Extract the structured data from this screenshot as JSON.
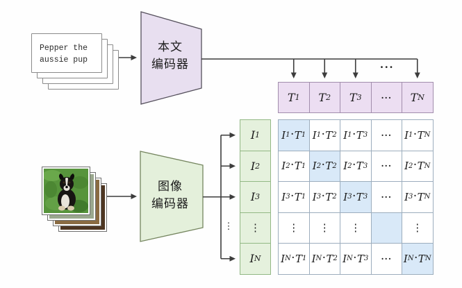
{
  "colors": {
    "line": "#3c3c3c",
    "text_encoder_fill": "#e8dff0",
    "text_encoder_border": "#55505c",
    "image_encoder_fill": "#e4f0db",
    "image_encoder_border": "#74855e",
    "t_cell_fill": "#ecdef2",
    "t_cell_border": "#a18dac",
    "i_cell_fill": "#e5f1dd",
    "i_cell_border": "#92b884",
    "matrix_grid_border": "#9cadbd",
    "diagonal_highlight_fill": "#d9e9f8",
    "text": "#1b1b1b"
  },
  "text_stack": {
    "line1": "Pepper the",
    "line2": "aussie pup"
  },
  "text_encoder": {
    "line1": "本文",
    "line2": "编码器"
  },
  "image_encoder": {
    "line1": "图像",
    "line2": "编码器"
  },
  "top_dots": "···",
  "left_dots": "⋮",
  "t_row": {
    "cells": [
      {
        "base": "T",
        "sub": "1"
      },
      {
        "base": "T",
        "sub": "2"
      },
      {
        "base": "T",
        "sub": "3"
      },
      {
        "base": "···",
        "sub": ""
      },
      {
        "base": "T",
        "sub": "N"
      }
    ]
  },
  "i_column": {
    "cells": [
      {
        "base": "I",
        "sub": "1"
      },
      {
        "base": "I",
        "sub": "2"
      },
      {
        "base": "I",
        "sub": "3"
      },
      {
        "base": "⋮",
        "sub": ""
      },
      {
        "base": "I",
        "sub": "N"
      }
    ]
  },
  "matrix": {
    "rows": [
      {
        "cells": [
          {
            "type": "product",
            "i": "I",
            "isub": "1",
            "dot": "·",
            "t": "T",
            "tsub": "1",
            "highlight": true
          },
          {
            "type": "product",
            "i": "I",
            "isub": "1",
            "dot": "·",
            "t": "T",
            "tsub": "2"
          },
          {
            "type": "product",
            "i": "I",
            "isub": "1",
            "dot": "·",
            "t": "T",
            "tsub": "3"
          },
          {
            "type": "hdots",
            "text": "···"
          },
          {
            "type": "product",
            "i": "I",
            "isub": "1",
            "dot": "·",
            "t": "T",
            "tsub": "N"
          }
        ]
      },
      {
        "cells": [
          {
            "type": "product",
            "i": "I",
            "isub": "2",
            "dot": "·",
            "t": "T",
            "tsub": "1"
          },
          {
            "type": "product",
            "i": "I",
            "isub": "2",
            "dot": "·",
            "t": "T",
            "tsub": "2",
            "highlight": true
          },
          {
            "type": "product",
            "i": "I",
            "isub": "2",
            "dot": "·",
            "t": "T",
            "tsub": "3"
          },
          {
            "type": "hdots",
            "text": "···"
          },
          {
            "type": "product",
            "i": "I",
            "isub": "2",
            "dot": "·",
            "t": "T",
            "tsub": "N"
          }
        ]
      },
      {
        "cells": [
          {
            "type": "product",
            "i": "I",
            "isub": "3",
            "dot": "·",
            "t": "T",
            "tsub": "1"
          },
          {
            "type": "product",
            "i": "I",
            "isub": "3",
            "dot": "·",
            "t": "T",
            "tsub": "2"
          },
          {
            "type": "product",
            "i": "I",
            "isub": "3",
            "dot": "·",
            "t": "T",
            "tsub": "3",
            "highlight": true
          },
          {
            "type": "hdots",
            "text": "···"
          },
          {
            "type": "product",
            "i": "I",
            "isub": "3",
            "dot": "·",
            "t": "T",
            "tsub": "N"
          }
        ]
      },
      {
        "cells": [
          {
            "type": "vdots",
            "text": "⋮"
          },
          {
            "type": "vdots",
            "text": "⋮"
          },
          {
            "type": "vdots",
            "text": "⋮"
          },
          {
            "type": "empty",
            "highlight": true
          },
          {
            "type": "vdots",
            "text": "⋮"
          }
        ]
      },
      {
        "cells": [
          {
            "type": "product",
            "i": "I",
            "isub": "N",
            "dot": "·",
            "t": "T",
            "tsub": "1"
          },
          {
            "type": "product",
            "i": "I",
            "isub": "N",
            "dot": "·",
            "t": "T",
            "tsub": "2"
          },
          {
            "type": "product",
            "i": "I",
            "isub": "N",
            "dot": "·",
            "t": "T",
            "tsub": "3"
          },
          {
            "type": "hdots",
            "text": "···"
          },
          {
            "type": "product",
            "i": "I",
            "isub": "N",
            "dot": "·",
            "t": "T",
            "tsub": "N",
            "highlight": true
          }
        ]
      }
    ]
  }
}
